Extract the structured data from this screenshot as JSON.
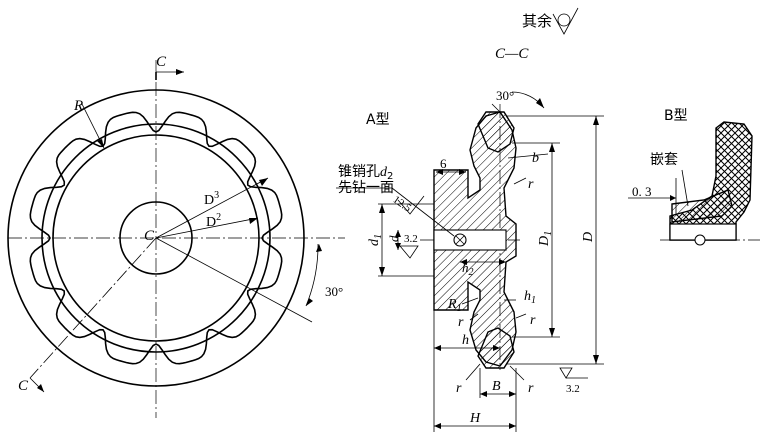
{
  "top_note": "其余",
  "section_title": "C—C",
  "type_a": "A型",
  "type_b": "B型",
  "inlay": "嵌套",
  "pin_hole_line1": "锥销孔",
  "pin_hole_d": "d",
  "pin_hole_d_sub": "2",
  "pin_hole_line2": "先钻一面",
  "angle_30_top": "30°",
  "angle_30_left": "30°",
  "dim_6": "6",
  "dim_0_3": "0. 3",
  "rough_12_5": "12.5",
  "rough_3_2_a": "3.2",
  "rough_3_2_b": "3.2",
  "labels": {
    "R": "R",
    "C_top": "C",
    "C_bottom": "C",
    "C_center": "C",
    "D3": "D",
    "D3_sub": "3",
    "D2": "D",
    "D2_sub": "2",
    "b": "b",
    "r1": "r",
    "r2": "r",
    "r3": "r",
    "r4": "r",
    "r5": "r",
    "r6": "r",
    "D1": "D",
    "D1_sub": "1",
    "D": "D",
    "d1": "d",
    "d1_sub": "1",
    "d": "d",
    "h2": "h",
    "h2_sub": "2",
    "R1": "R",
    "R1_sub": "1",
    "h1": "h",
    "h1_sub": "1",
    "h": "h",
    "B": "B",
    "H": "H"
  }
}
